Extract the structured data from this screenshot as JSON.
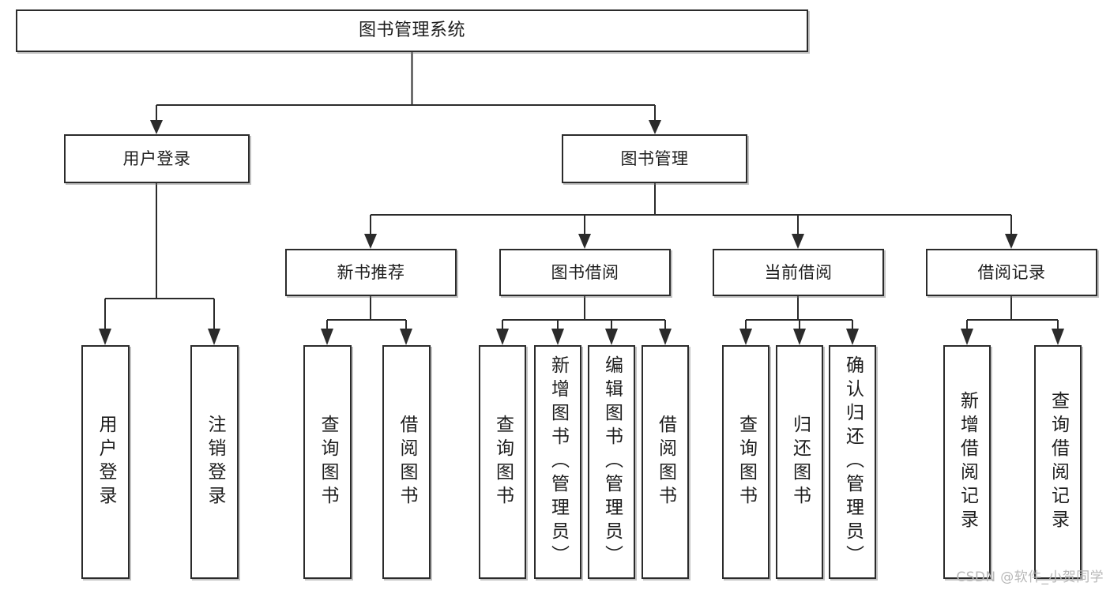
{
  "diagram": {
    "type": "tree-hierarchy-chart",
    "title": "图书管理系统",
    "watermark": "CSDN @软件_小贺同学",
    "colors": {
      "stroke": "#2b2b2b",
      "box_fill": "#ffffff",
      "text": "#1d1d1d",
      "watermark": "#b8b8b8",
      "background": "#ffffff"
    },
    "nodes": {
      "root": {
        "label": "图书管理系统"
      },
      "level2": [
        {
          "label": "用户登录"
        },
        {
          "label": "图书管理"
        }
      ],
      "level3": [
        {
          "label": "新书推荐"
        },
        {
          "label": "图书借阅"
        },
        {
          "label": "当前借阅"
        },
        {
          "label": "借阅记录"
        }
      ],
      "leaves": {
        "user_login": [
          {
            "label": "用户登录"
          },
          {
            "label": "注销登录"
          }
        ],
        "new_book_recommend": [
          {
            "label": "查询图书"
          },
          {
            "label": "借阅图书"
          }
        ],
        "book_borrow": [
          {
            "label": "查询图书"
          },
          {
            "label": "新增图书（管理员）"
          },
          {
            "label": "编辑图书（管理员）"
          },
          {
            "label": "借阅图书"
          }
        ],
        "current_borrow": [
          {
            "label": "查询图书"
          },
          {
            "label": "归还图书"
          },
          {
            "label": "确认归还（管理员）"
          }
        ],
        "borrow_record": [
          {
            "label": "新增借阅记录"
          },
          {
            "label": "查询借阅记录"
          }
        ]
      }
    }
  }
}
